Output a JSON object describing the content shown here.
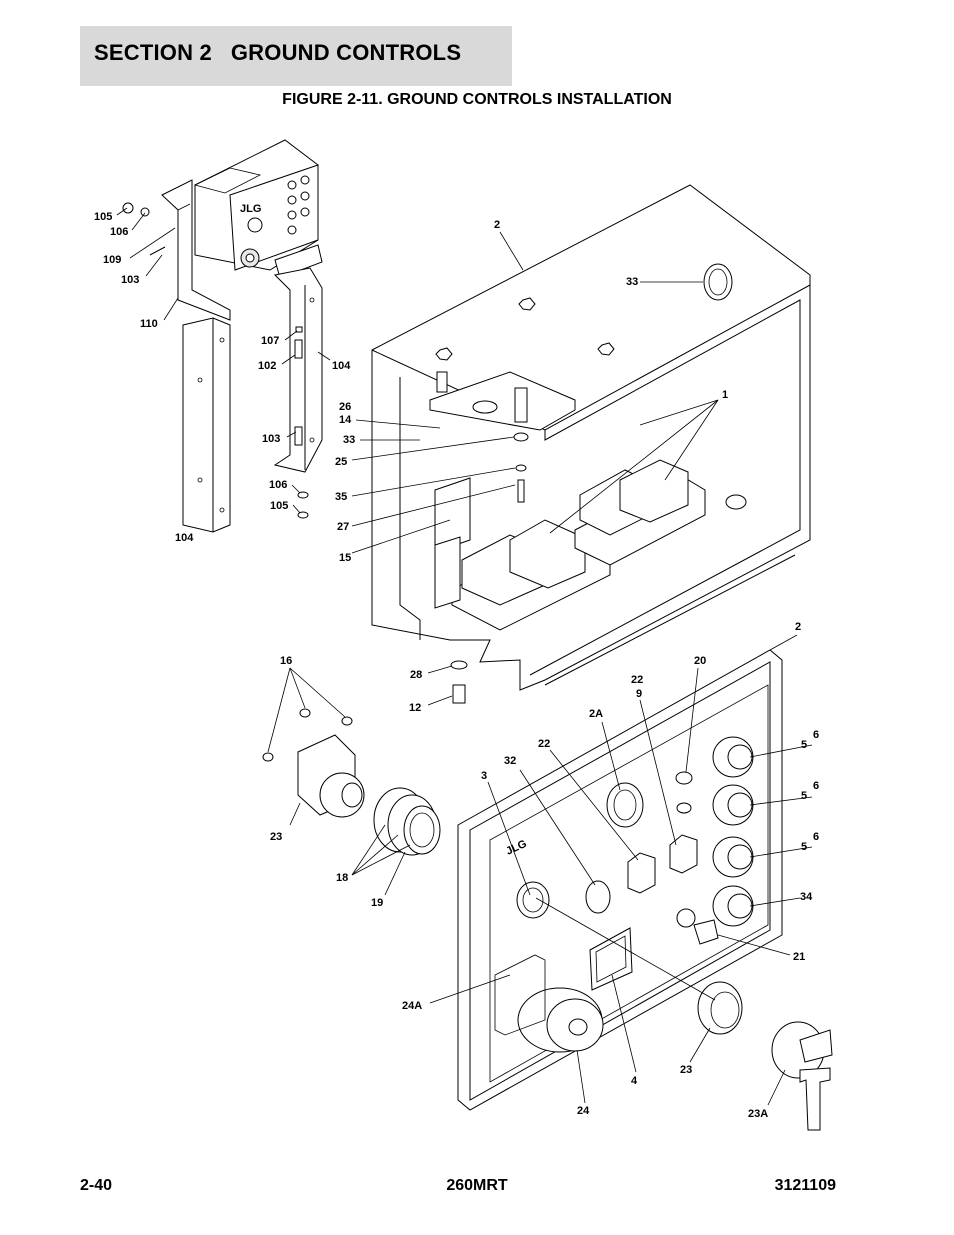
{
  "header": {
    "section": "SECTION 2   GROUND CONTROLS",
    "figure_title": "FIGURE 2-11. GROUND CONTROLS INSTALLATION"
  },
  "footer": {
    "page_number": "2-40",
    "model": "260MRT",
    "doc_number": "3121109"
  },
  "callouts": {
    "c105a": "105",
    "c106a": "106",
    "c109": "109",
    "c103a": "103",
    "c110": "110",
    "c107": "107",
    "c102": "102",
    "c104a": "104",
    "c103b": "103",
    "c106b": "106",
    "c105b": "105",
    "c104b": "104",
    "c2a": "2",
    "c33a": "33",
    "c1": "1",
    "c26": "26",
    "c14": "14",
    "c33b": "33",
    "c25": "25",
    "c35": "35",
    "c27": "27",
    "c15": "15",
    "c28": "28",
    "c12": "12",
    "c16": "16",
    "c23a": "23",
    "c18": "18",
    "c19": "19",
    "c2b": "2",
    "c20": "20",
    "c22a": "22",
    "c9": "9",
    "c2A": "2A",
    "c22b": "22",
    "c32": "32",
    "c3": "3",
    "c6a": "6",
    "c5a": "5",
    "c6b": "6",
    "c5b": "5",
    "c6c": "6",
    "c5c": "5",
    "c34": "34",
    "c21": "21",
    "c24A": "24A",
    "c4": "4",
    "c23b": "23",
    "c24": "24",
    "c23A": "23A"
  },
  "panel_logo": "JLG"
}
